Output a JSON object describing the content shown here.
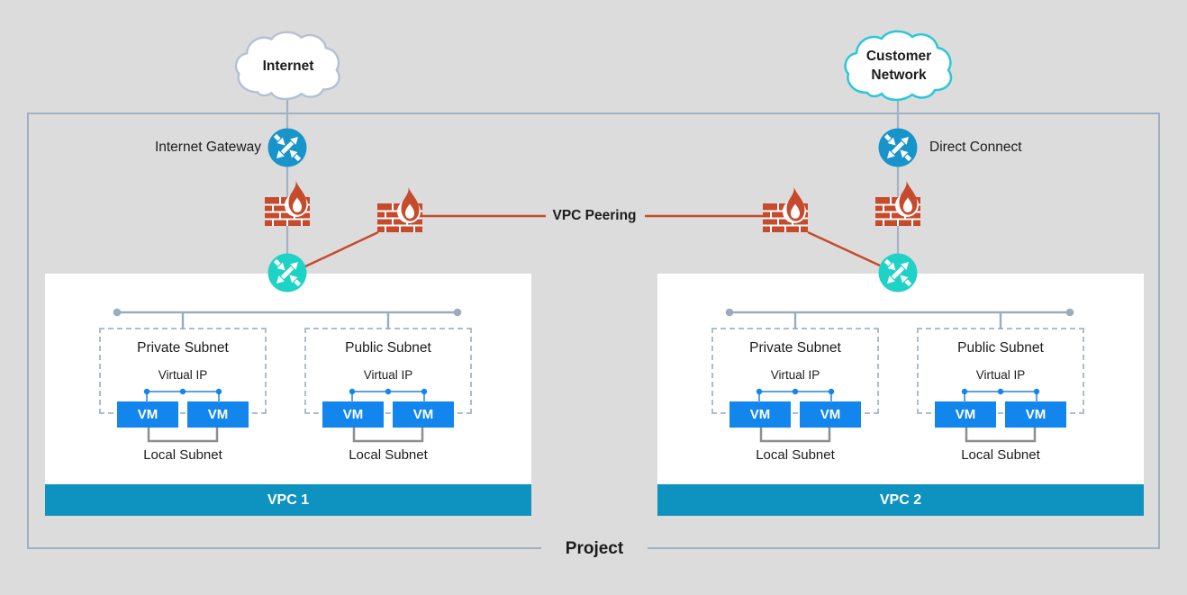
{
  "project": {
    "label": "Project"
  },
  "external_networks": [
    {
      "label": "Internet"
    },
    {
      "label": "Customer Network"
    }
  ],
  "gateways": [
    {
      "label": "Internet Gateway"
    },
    {
      "label": "Direct Connect"
    }
  ],
  "peering": {
    "label": "VPC Peering"
  },
  "vpcs": [
    {
      "name": "VPC 1",
      "subnets": [
        {
          "title": "Private Subnet",
          "virtual_ip": "Virtual IP",
          "vms": [
            "VM",
            "VM"
          ],
          "local_subnet": "Local Subnet"
        },
        {
          "title": "Public Subnet",
          "virtual_ip": "Virtual IP",
          "vms": [
            "VM",
            "VM"
          ],
          "local_subnet": "Local Subnet"
        }
      ]
    },
    {
      "name": "VPC 2",
      "subnets": [
        {
          "title": "Private Subnet",
          "virtual_ip": "Virtual IP",
          "vms": [
            "VM",
            "VM"
          ],
          "local_subnet": "Local Subnet"
        },
        {
          "title": "Public Subnet",
          "virtual_ip": "Virtual IP",
          "vms": [
            "VM",
            "VM"
          ],
          "local_subnet": "Local Subnet"
        }
      ]
    }
  ],
  "icons": {
    "cloud": "cloud-icon",
    "router": "router-cross-arrows-icon",
    "firewall": "firewall-brick-flame-icon"
  },
  "colors": {
    "background": "#dcdcdc",
    "project_border": "#9fb0c2",
    "uplink_line": "#a3b3c4",
    "bus_line": "#9bacbe",
    "dashed_border": "#adbdcd",
    "router_blue": "#1794ca",
    "router_cyan": "#1ed3c5",
    "firewall_red": "#c64a2c",
    "peering_line_red": "#c64a2c",
    "vm_blue": "#1286ed",
    "vm_link_blue": "#5d9fe8",
    "vpc_bar_teal": "#0e92c0",
    "internet_cloud_stroke": "#b3c1d4",
    "customer_cloud_stroke": "#2bc7d8",
    "local_subnet_bracket": "#8e8e8e",
    "text": "#1c1c1c"
  }
}
